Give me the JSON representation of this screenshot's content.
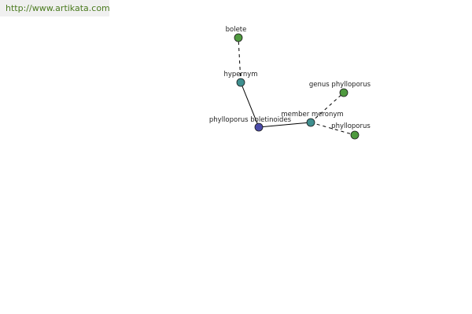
{
  "watermark": {
    "text": "http://www.artikata.com"
  },
  "graph": {
    "nodes": [
      {
        "id": "phylloporus-boletinoides",
        "label": "phylloporus boletinoides",
        "color": "#4b4ba8"
      },
      {
        "id": "hypernym",
        "label": "hypernym",
        "color": "#3f8f8f"
      },
      {
        "id": "bolete",
        "label": "bolete",
        "color": "#4f9a3f"
      },
      {
        "id": "member-meronym",
        "label": "member meronym",
        "color": "#3f8f8f"
      },
      {
        "id": "genus-phylloporus",
        "label": "genus phylloporus",
        "color": "#4f9a3f"
      },
      {
        "id": "phylloporus",
        "label": "phylloporus",
        "color": "#4f9a3f"
      }
    ],
    "edges": [
      {
        "from": "phylloporus-boletinoides",
        "to": "hypernym",
        "style": "solid"
      },
      {
        "from": "hypernym",
        "to": "bolete",
        "style": "dashed"
      },
      {
        "from": "phylloporus-boletinoides",
        "to": "member-meronym",
        "style": "solid"
      },
      {
        "from": "member-meronym",
        "to": "genus-phylloporus",
        "style": "dashed"
      },
      {
        "from": "member-meronym",
        "to": "phylloporus",
        "style": "dashed"
      }
    ]
  }
}
